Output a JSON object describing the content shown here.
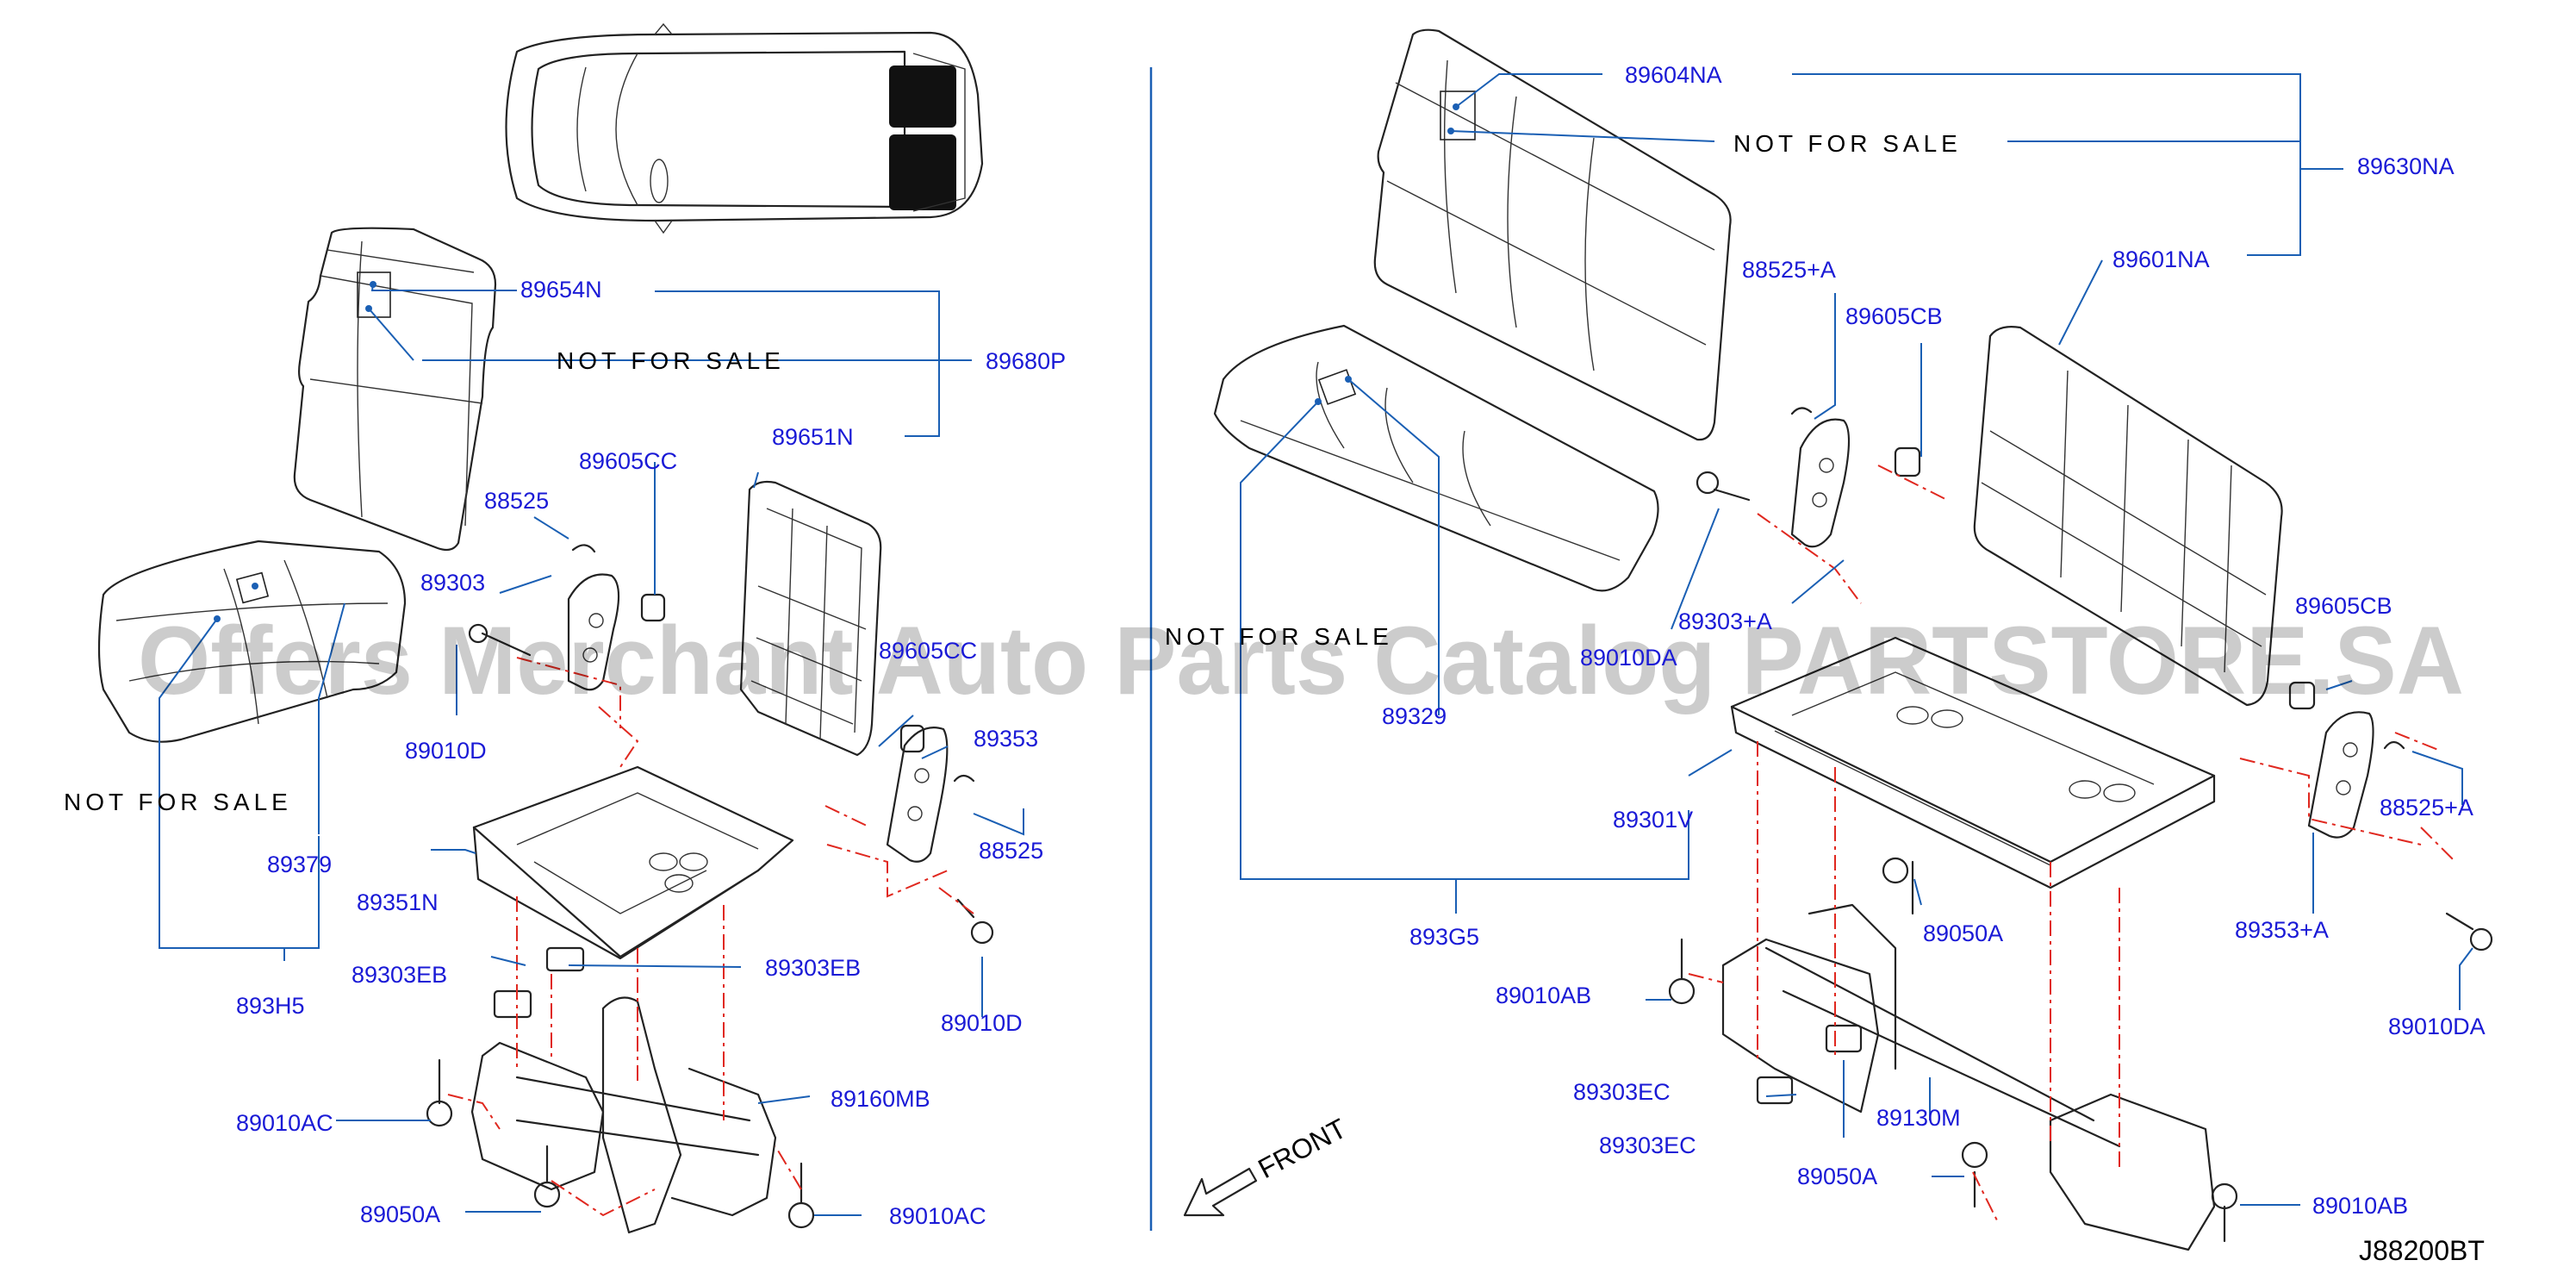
{
  "labels": {
    "l89654N": "89654N",
    "l89680P": "89680P",
    "l89651N": "89651N",
    "l89605CC_a": "89605CC",
    "l88525_a": "88525",
    "l89303": "89303",
    "l89010D_a": "89010D",
    "l89353": "89353",
    "l89605CC_b": "89605CC",
    "l88525_b": "88525",
    "l89379": "89379",
    "l89351N": "89351N",
    "l893H5": "893H5",
    "l89303EB_a": "89303EB",
    "l89303EB_b": "89303EB",
    "l89010D_b": "89010D",
    "l89160MB": "89160MB",
    "l89010AC_a": "89010AC",
    "l89050A_a": "89050A",
    "l89010AC_b": "89010AC",
    "l89604NA": "89604NA",
    "l89630NA": "89630NA",
    "l88525A_a": "88525+A",
    "l89605CB_a": "89605CB",
    "l89601NA": "89601NA",
    "l89303A": "89303+A",
    "l89010DA_a": "89010DA",
    "l89329": "89329",
    "l89605CB_b": "89605CB",
    "l89301V": "89301V",
    "l88525A_b": "88525+A",
    "l893G5": "893G5",
    "l89050A_b": "89050A",
    "l89353A": "89353+A",
    "l89010AB_a": "89010AB",
    "l89010DA_b": "89010DA",
    "l89303EC_a": "89303EC",
    "l89130M": "89130M",
    "l89303EC_b": "89303EC",
    "l89050A_c": "89050A",
    "l89010AB_b": "89010AB"
  },
  "notes": {
    "nfs_1": "NOT FOR SALE",
    "nfs_2": "NOT FOR SALE",
    "nfs_3": "NOT FOR SALE",
    "nfs_4": "NOT FOR SALE"
  },
  "front_label": "FRONT",
  "diagram_code": "J88200BT",
  "watermark": "Offers Merchant Auto Parts Catalog PARTSTORE.SA",
  "colors": {
    "label": "#1a1ad6",
    "leader": "#1a5fb4",
    "mounting_lines": "#e0281f",
    "parts": "#222222"
  }
}
